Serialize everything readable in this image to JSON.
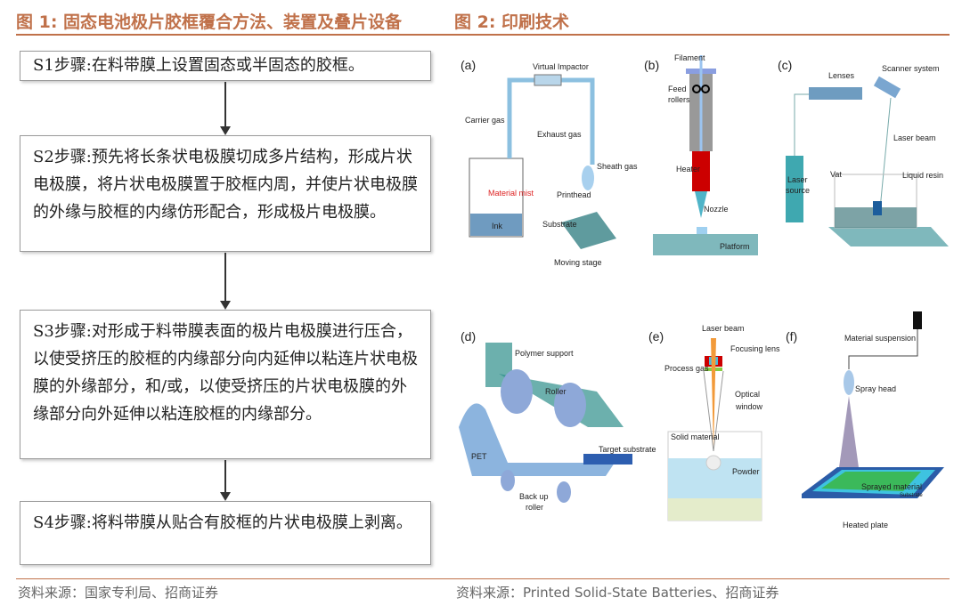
{
  "fig1": {
    "title": "图 1: 固态电池极片胶框覆合方法、装置及叠片设备",
    "steps": [
      "S1步骤:在料带膜上设置固态或半固态的胶框。",
      "S2步骤:预先将长条状电极膜切成多片结构，形成片状电极膜，将片状电极膜置于胶框内周，并使片状电极膜的外缘与胶框的内缘仿形配合，形成极片电极膜。",
      "S3步骤:对形成于料带膜表面的极片电极膜进行压合，以使受挤压的胶框的内缘部分向内延伸以粘连片状电极膜的外缘部分，和/或，以使受挤压的片状电极膜的外缘部分向外延伸以粘连胶框的内缘部分。",
      "S4步骤:将料带膜从贴合有胶框的片状电极膜上剥离。"
    ],
    "source": "资料来源：国家专利局、招商证券"
  },
  "fig2": {
    "title": "图 2: 印刷技术",
    "source": "资料来源：Printed Solid-State Batteries、招商证券",
    "a": {
      "tag": "(a)",
      "labels": [
        "Virtual Impactor",
        "Carrier gas",
        "Exhaust gas",
        "Sheath gas",
        "Material mist",
        "Printhead",
        "Ink",
        "Substrate",
        "Moving stage"
      ]
    },
    "b": {
      "tag": "(b)",
      "labels": [
        "Filament",
        "Feed",
        "rollers",
        "Heater",
        "Nozzle",
        "Platform"
      ]
    },
    "c": {
      "tag": "(c)",
      "labels": [
        "Lenses",
        "Scanner system",
        "Laser beam",
        "Laser",
        "source",
        "Vat",
        "Liquid resin"
      ]
    },
    "d": {
      "tag": "(d)",
      "labels": [
        "Polymer support",
        "Roller",
        "PET",
        "Target substrate",
        "Back up",
        "roller"
      ]
    },
    "e": {
      "tag": "(e)",
      "labels": [
        "Laser beam",
        "Focusing lens",
        "Process gas",
        "Optical",
        "window",
        "Solid material",
        "Powder"
      ]
    },
    "f": {
      "tag": "(f)",
      "labels": [
        "Material suspension",
        "Spray head",
        "Sprayed material",
        "Substrate",
        "Heated plate"
      ]
    }
  },
  "colors": {
    "accent": "#c0714a"
  }
}
